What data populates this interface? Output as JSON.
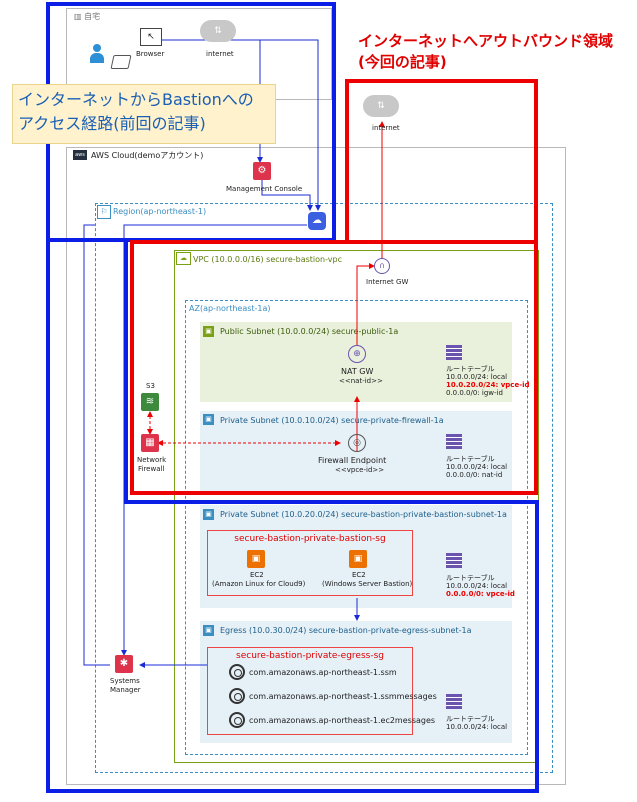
{
  "corp": {
    "label": "自宅",
    "browser": "Browser",
    "internet": "internet"
  },
  "callout_prev": {
    "line1": "インターネットからBastionへの",
    "line2": "アクセス経路(前回の記事)"
  },
  "callout_cur": {
    "line1": "インターネットへアウトバウンド領域",
    "line2": "(今回の記事)"
  },
  "top_internet": "internet",
  "aws": {
    "label": "AWS Cloud(demoアカウント)",
    "console": "Management Console"
  },
  "region": {
    "label": "Region(ap-northeast-1)"
  },
  "vpc": {
    "label": "VPC (10.0.0.0/16)  secure-bastion-vpc",
    "igw": "Internet GW"
  },
  "az": {
    "label": "AZ(ap-northeast-1a)"
  },
  "public": {
    "label": "Public Subnet (10.0.0.0/24) secure-public-1a",
    "natgw": "NAT GW",
    "natgw_id": "<<nat-id>>",
    "rt_title": "ルートテーブル",
    "rt": [
      "10.0.0.0/24: local",
      "10.0.20.0/24: vpce-id",
      "0.0.0.0/0: igw-id"
    ]
  },
  "firewall": {
    "label": "Private Subnet (10.0.10.0/24) secure-private-firewall-1a",
    "endpoint": "Firewall Endpoint",
    "endpoint_id": "<<vpce-id>>",
    "rt_title": "ルートテーブル",
    "rt": [
      "10.0.0.0/24: local",
      "0.0.0.0/0: nat-id"
    ]
  },
  "s3": "S3",
  "nfw": {
    "line1": "Network",
    "line2": "Firewall"
  },
  "bastion": {
    "label": "Private Subnet (10.0.20.0/24) secure-bastion-private-bastion-subnet-1a",
    "sg": "secure-bastion-private-bastion-sg",
    "ec2a": "EC2",
    "ec2a_sub": "(Amazon Linux for Cloud9)",
    "ec2b": "EC2",
    "ec2b_sub": "(Windows Server Bastion)",
    "rt_title": "ルートテーブル",
    "rt": [
      "10.0.0.0/24: local",
      "0.0.0.0/0: vpce-id"
    ]
  },
  "egress": {
    "label": "Egress (10.0.30.0/24) secure-bastion-private-egress-subnet-1a",
    "sg": "secure-bastion-private-egress-sg",
    "ep": [
      "com.amazonaws.ap-northeast-1.ssm",
      "com.amazonaws.ap-northeast-1.ssmmessages",
      "com.amazonaws.ap-northeast-1.ec2messages"
    ],
    "rt_title": "ルートテーブル",
    "rt": [
      "10.0.0.0/24: local"
    ]
  },
  "ssm": {
    "line1": "Systems",
    "line2": "Manager"
  },
  "colors": {
    "blue": "#0a1ee6",
    "red": "#ee0000",
    "green": "#7aa116",
    "purple": "#6b53b0",
    "orange": "#ed7100",
    "pink": "#dd344c"
  }
}
